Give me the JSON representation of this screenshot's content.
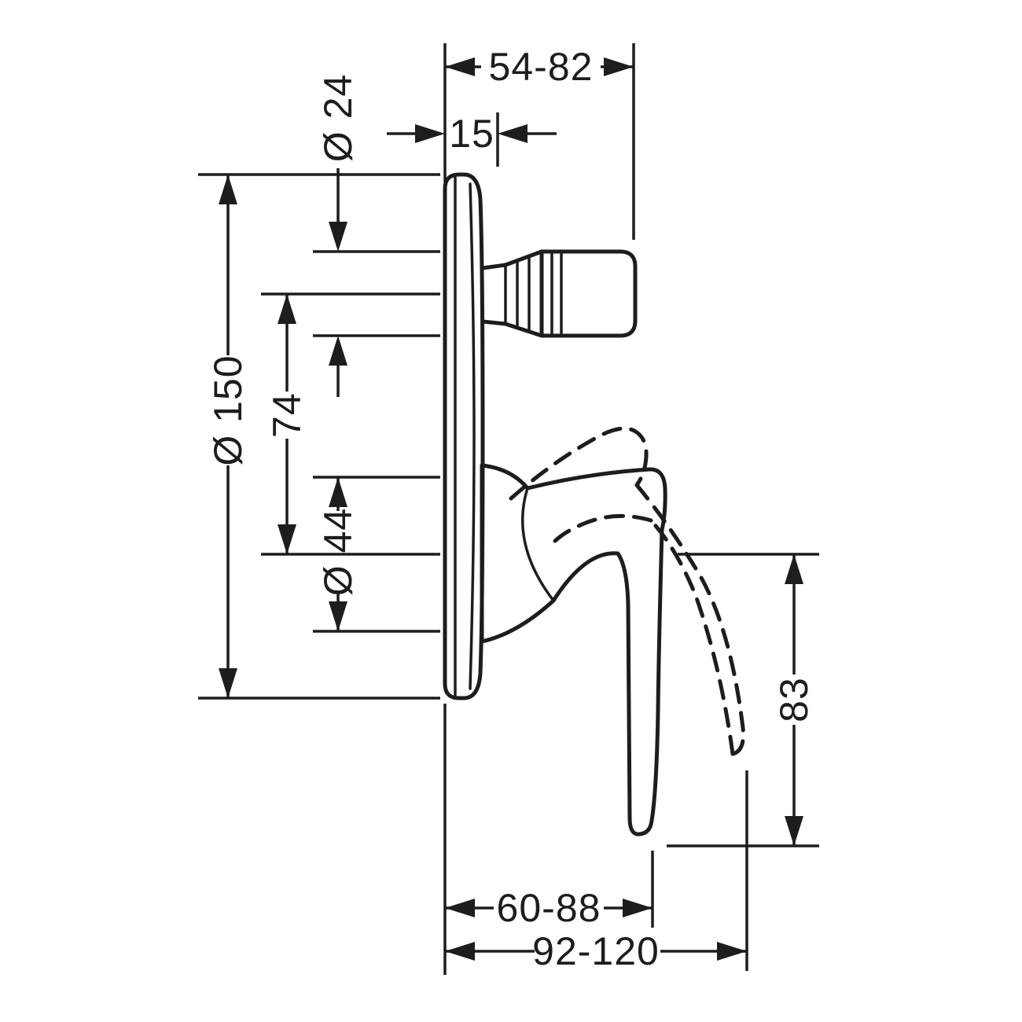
{
  "drawing": {
    "type": "technical-dimension-drawing",
    "subject": "concealed single-lever mixer, side elevation with stroke dimensions",
    "background_color": "#ffffff",
    "line_color": "#1d1d1b",
    "labels": {
      "projection_top": "54-82",
      "plate_depth": "15",
      "spout_diameter": "Ø 24",
      "escutcheon_diameter": "Ø 150",
      "spout_to_handle_distance": "74",
      "handle_hub_diameter": "Ø 44",
      "lever_height": "83",
      "lever_projection": "60-88",
      "lever_projection_open": "92-120"
    }
  }
}
